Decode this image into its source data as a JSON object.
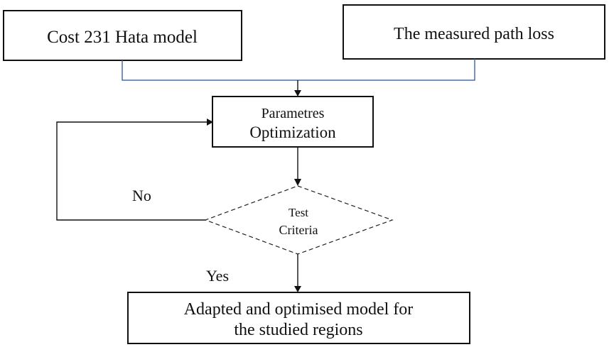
{
  "nodes": {
    "hata_model": "Cost 231 Hata model",
    "measured_loss": "The measured path loss",
    "optimization": [
      "Parametres",
      "Optimization"
    ],
    "test": [
      "Test",
      "Criteria"
    ],
    "result": [
      "Adapted and optimised model for",
      "the studied regions"
    ]
  },
  "edges": {
    "no_label": "No",
    "yes_label": "Yes"
  },
  "colors": {
    "input_connector": "#4a6fa8",
    "stroke": "#111111"
  }
}
